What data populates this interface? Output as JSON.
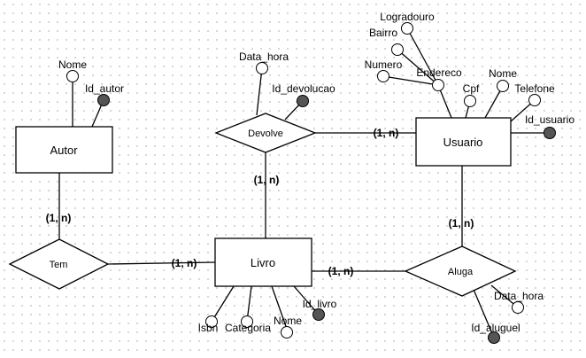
{
  "entities": {
    "autor": "Autor",
    "usuario": "Usuario",
    "livro": "Livro"
  },
  "relationships": {
    "tem": "Tem",
    "devolve": "Devolve",
    "aluga": "Aluga"
  },
  "attributes": {
    "autor_nome": "Nome",
    "autor_id": "Id_autor",
    "devolve_data_hora": "Data_hora",
    "devolve_id": "Id_devolucao",
    "usuario_logradouro": "Logradouro",
    "usuario_bairro": "Bairro",
    "usuario_numero": "Numero",
    "usuario_endereco": "Endereco",
    "usuario_cpf": "Cpf",
    "usuario_nome": "Nome",
    "usuario_telefone": "Telefone",
    "usuario_id": "Id_usuario",
    "livro_isbn": "Isbn",
    "livro_categoria": "Categoria",
    "livro_nome": "Nome",
    "livro_id": "Id_livro",
    "aluga_data_hora": "Data_hora",
    "aluga_id": "Id_aluguel"
  },
  "cardinalities": {
    "autor_tem": "(1, n)",
    "tem_livro": "(1, n)",
    "devolve_usuario": "(1, n)",
    "devolve_livro": "(1, n)",
    "usuario_aluga": "(1, n)",
    "livro_aluga": "(1, n)"
  },
  "colors": {
    "line": "#000000",
    "key_fill": "#555555",
    "attr_fill": "#ffffff"
  }
}
